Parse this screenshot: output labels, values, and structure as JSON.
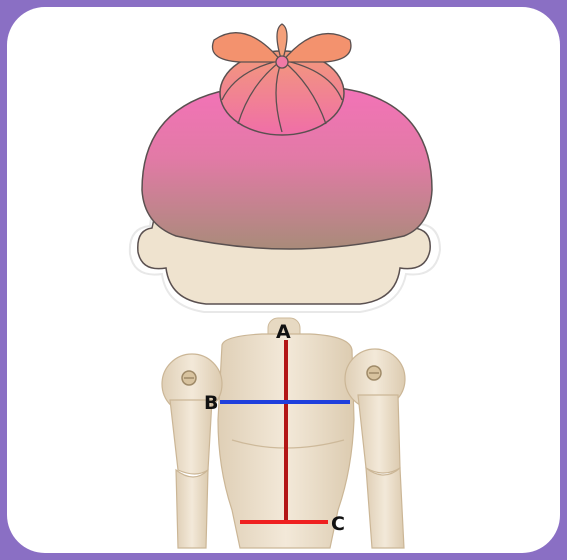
{
  "diagram": {
    "labels": {
      "a": "A",
      "b": "B",
      "c": "C"
    },
    "colors": {
      "frame": "#8a6fc4",
      "card": "#ffffff",
      "wood": "#efe3cf",
      "wood_shadow": "#d9c6a8",
      "hair_top": "#f27fb5",
      "hair_bottom": "#b08a7a",
      "bun": "#f07aa6",
      "vertical_line": "#b21616",
      "horizontal_line": "#1f3fdc",
      "base_line": "#ef2020"
    },
    "icons": [
      "doll-mannequin",
      "hair-bun",
      "shoulder-screw"
    ]
  }
}
